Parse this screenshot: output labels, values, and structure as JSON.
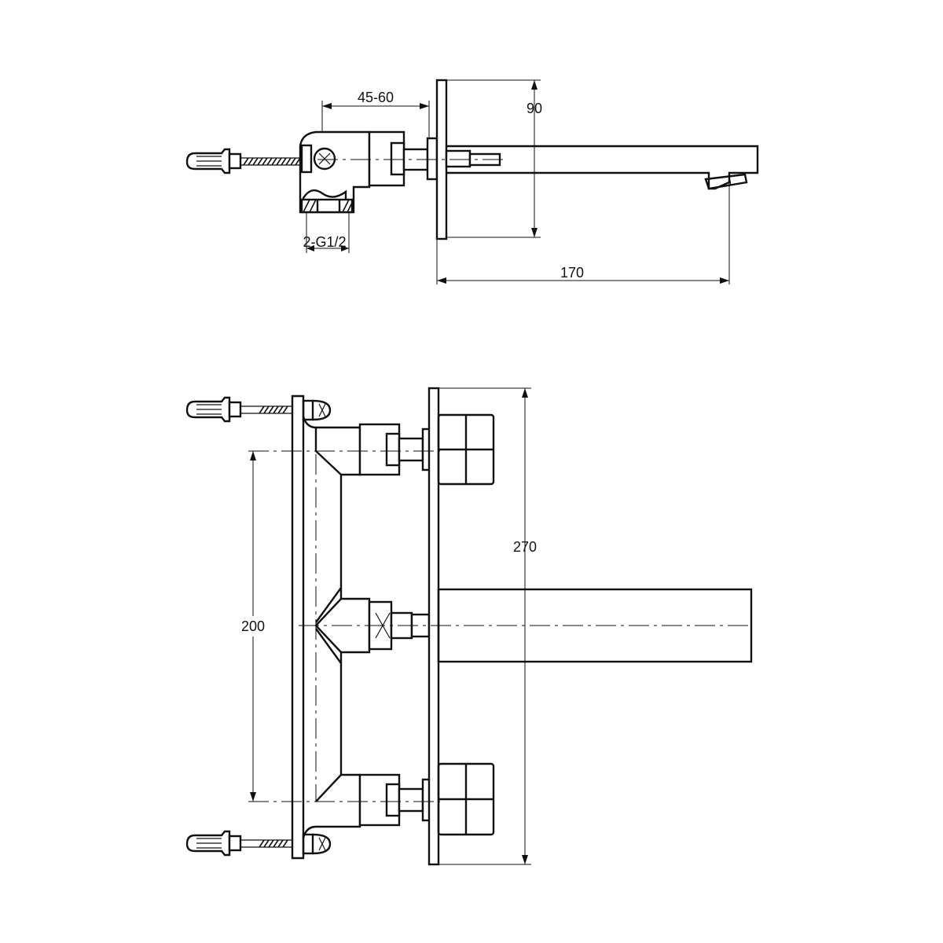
{
  "dimensions": {
    "side_view": {
      "wall_adjust": "45-60",
      "plate_height": "90",
      "thread": "2-G1/2",
      "spout_projection": "170"
    },
    "front_view": {
      "overall_height": "270",
      "centers": "200"
    }
  }
}
